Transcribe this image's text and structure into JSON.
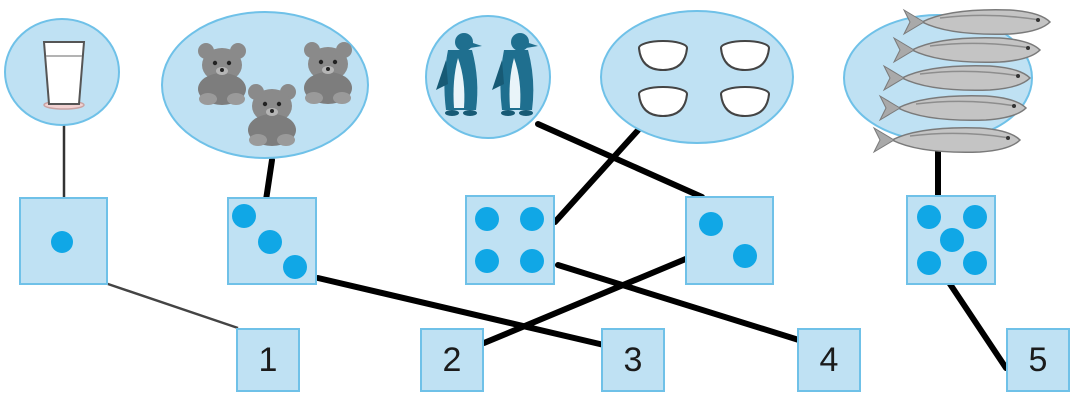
{
  "colors": {
    "panel_fill": "#bfe1f3",
    "panel_stroke": "#6fc1e8",
    "dot": "#10a7e6",
    "line": "#000000",
    "bear": "#8a8a8a",
    "penguin": "#1f6f8f",
    "fish": "#c9c9c9"
  },
  "pictures": [
    {
      "id": "glass",
      "icon": "glass-icon",
      "count": 1
    },
    {
      "id": "bears",
      "icon": "bear-icon",
      "count": 3
    },
    {
      "id": "penguins",
      "icon": "penguin-icon",
      "count": 2
    },
    {
      "id": "bowls",
      "icon": "bowl-icon",
      "count": 4
    },
    {
      "id": "fish",
      "icon": "fish-icon",
      "count": 5
    }
  ],
  "dice": [
    {
      "id": "die-1",
      "dots": 1
    },
    {
      "id": "die-3",
      "dots": 3
    },
    {
      "id": "die-4",
      "dots": 4
    },
    {
      "id": "die-2",
      "dots": 2
    },
    {
      "id": "die-5",
      "dots": 5
    }
  ],
  "numbers": [
    "1",
    "2",
    "3",
    "4",
    "5"
  ],
  "matches": [
    {
      "picture": "glass",
      "die": "die-1",
      "number": "1"
    },
    {
      "picture": "bears",
      "die": "die-3",
      "number": "3"
    },
    {
      "picture": "penguins",
      "die": "die-2",
      "number": "2"
    },
    {
      "picture": "bowls",
      "die": "die-4",
      "number": "4"
    },
    {
      "picture": "fish",
      "die": "die-5",
      "number": "5"
    }
  ]
}
